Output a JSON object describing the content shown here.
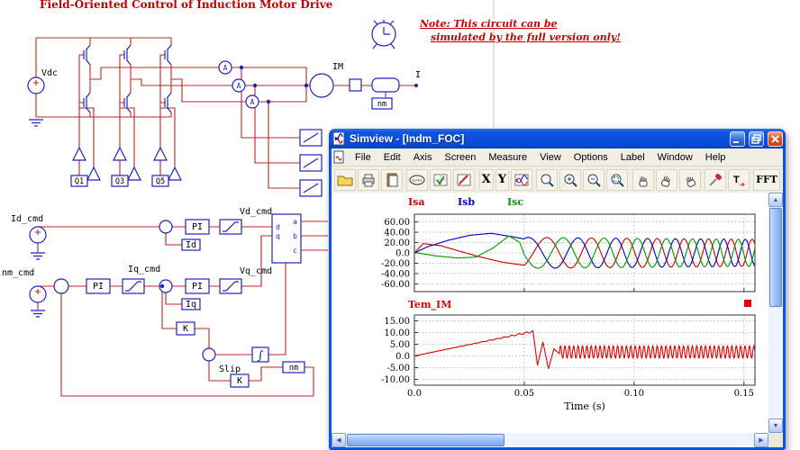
{
  "circuit": {
    "title": "Field-Oriented Control of Induction Motor Drive",
    "note_line1": "Note: This circuit can be",
    "note_line2": "simulated by the full version only!",
    "labels": {
      "vdc": "Vdc",
      "im": "IM",
      "i_probe": "I",
      "nm": "nm",
      "q1": "Q1",
      "q3": "Q3",
      "q5": "Q5",
      "id_cmd": "Id_cmd",
      "iq_cmd": "Iq_cmd",
      "nm_cmd": "nm_cmd",
      "vd_cmd": "Vd_cmd",
      "vq_cmd": "Vq_cmd",
      "id": "Id",
      "iq": "Iq",
      "pi": "PI",
      "k": "K",
      "slip": "Slip",
      "amp": "A",
      "integrator": "∫",
      "pin_d": "d",
      "pin_q": "q",
      "pin_a": "a",
      "pin_b": "b",
      "pin_c": "c"
    }
  },
  "window": {
    "title": "Simview - [Indm_FOC]",
    "menu": [
      "File",
      "Edit",
      "Axis",
      "Screen",
      "Measure",
      "View",
      "Options",
      "Label",
      "Window",
      "Help"
    ],
    "toolbar": {
      "data_label": "DATA",
      "x_label": "X",
      "y_label": "Y",
      "fft_label": "FFT",
      "buttons": [
        "open",
        "print",
        "copy",
        "data-points",
        "measure",
        "properties",
        "x-axis",
        "y-axis",
        "curves",
        "zoom",
        "zoom-in",
        "zoom-out",
        "zoom-window",
        "hand",
        "pan",
        "move",
        "screwdriver",
        "text-note",
        "fft"
      ]
    },
    "scrollbar_glyphs": {
      "up": "▲",
      "down": "▼",
      "left": "◀",
      "right": "▶"
    }
  },
  "chart_data": [
    {
      "type": "line",
      "title": "",
      "legend": [
        "Isa",
        "Isb",
        "Isc"
      ],
      "xlabel": "Time (s)",
      "x_range": [
        0,
        0.155
      ],
      "y_range": [
        -75,
        75
      ],
      "x_ticks": [
        0,
        0.05,
        0.1,
        0.15
      ],
      "x_tick_labels": [
        "0.0",
        "0.05",
        "0.10",
        "0.15"
      ],
      "y_ticks": [
        60,
        40,
        20,
        0,
        -20,
        -40,
        -60
      ],
      "y_tick_labels": [
        "60.00",
        "40.00",
        "20.00",
        "0.0",
        "-20.00",
        "-40.00",
        "-60.00"
      ],
      "grid": true,
      "legend_position": "top",
      "series": [
        {
          "name": "Isa",
          "color": "#cc0000",
          "start_points": [
            [
              0,
              0
            ],
            [
              0.004,
              18
            ],
            [
              0.012,
              14
            ],
            [
              0.02,
              4
            ],
            [
              0.03,
              -8
            ],
            [
              0.04,
              -18
            ],
            [
              0.05,
              -24
            ]
          ],
          "steady": {
            "t0": 0.05,
            "amplitude": 30,
            "amplitude_end": 26,
            "f0": 35,
            "chirp": 700,
            "phase": -0.93
          }
        },
        {
          "name": "Isb",
          "color": "#0000bb",
          "start_points": [
            [
              0,
              0
            ],
            [
              0.006,
              12
            ],
            [
              0.015,
              24
            ],
            [
              0.025,
              34
            ],
            [
              0.035,
              38
            ],
            [
              0.045,
              31
            ],
            [
              0.05,
              27
            ]
          ],
          "steady": {
            "t0": 0.05,
            "amplitude": 30,
            "amplitude_end": 26,
            "f0": 35,
            "chirp": 700,
            "phase": 1.164
          }
        },
        {
          "name": "Isc",
          "color": "#009900",
          "start_points": [
            [
              0,
              1
            ],
            [
              0.01,
              -6
            ],
            [
              0.02,
              -10
            ],
            [
              0.028,
              -8
            ],
            [
              0.036,
              10
            ],
            [
              0.043,
              33
            ],
            [
              0.048,
              20
            ],
            [
              0.05,
              -3
            ]
          ],
          "steady": {
            "t0": 0.05,
            "amplitude": 30,
            "amplitude_end": 26,
            "f0": 35,
            "chirp": 700,
            "phase": -3.024
          }
        }
      ]
    },
    {
      "type": "line",
      "title": "",
      "legend": [
        "Tem_IM"
      ],
      "xlabel": "Time (s)",
      "x_range": [
        0,
        0.155
      ],
      "y_range": [
        -12.5,
        17.5
      ],
      "x_ticks": [
        0,
        0.05,
        0.1,
        0.15
      ],
      "x_tick_labels": [
        "0.0",
        "0.05",
        "0.10",
        "0.15"
      ],
      "y_ticks": [
        15,
        10,
        5,
        0,
        -5,
        -10
      ],
      "y_tick_labels": [
        "15.00",
        "10.00",
        "5.00",
        "0.0",
        "-5.00",
        "-10.00"
      ],
      "grid": true,
      "series": [
        {
          "name": "Tem_IM",
          "color": "#dd0000",
          "ramp": {
            "t_end": 0.054,
            "y_end": 10.5,
            "ripple_amp": 0.35,
            "ripple_freq": 300
          },
          "transition_points": [
            [
              0.054,
              10.5
            ],
            [
              0.056,
              -4
            ],
            [
              0.0585,
              6
            ],
            [
              0.061,
              -5.5
            ],
            [
              0.0635,
              3
            ],
            [
              0.066,
              1
            ]
          ],
          "band": {
            "t0": 0.066,
            "mean": 1.7,
            "amplitude": 2.6,
            "freq": 500
          }
        }
      ]
    }
  ]
}
